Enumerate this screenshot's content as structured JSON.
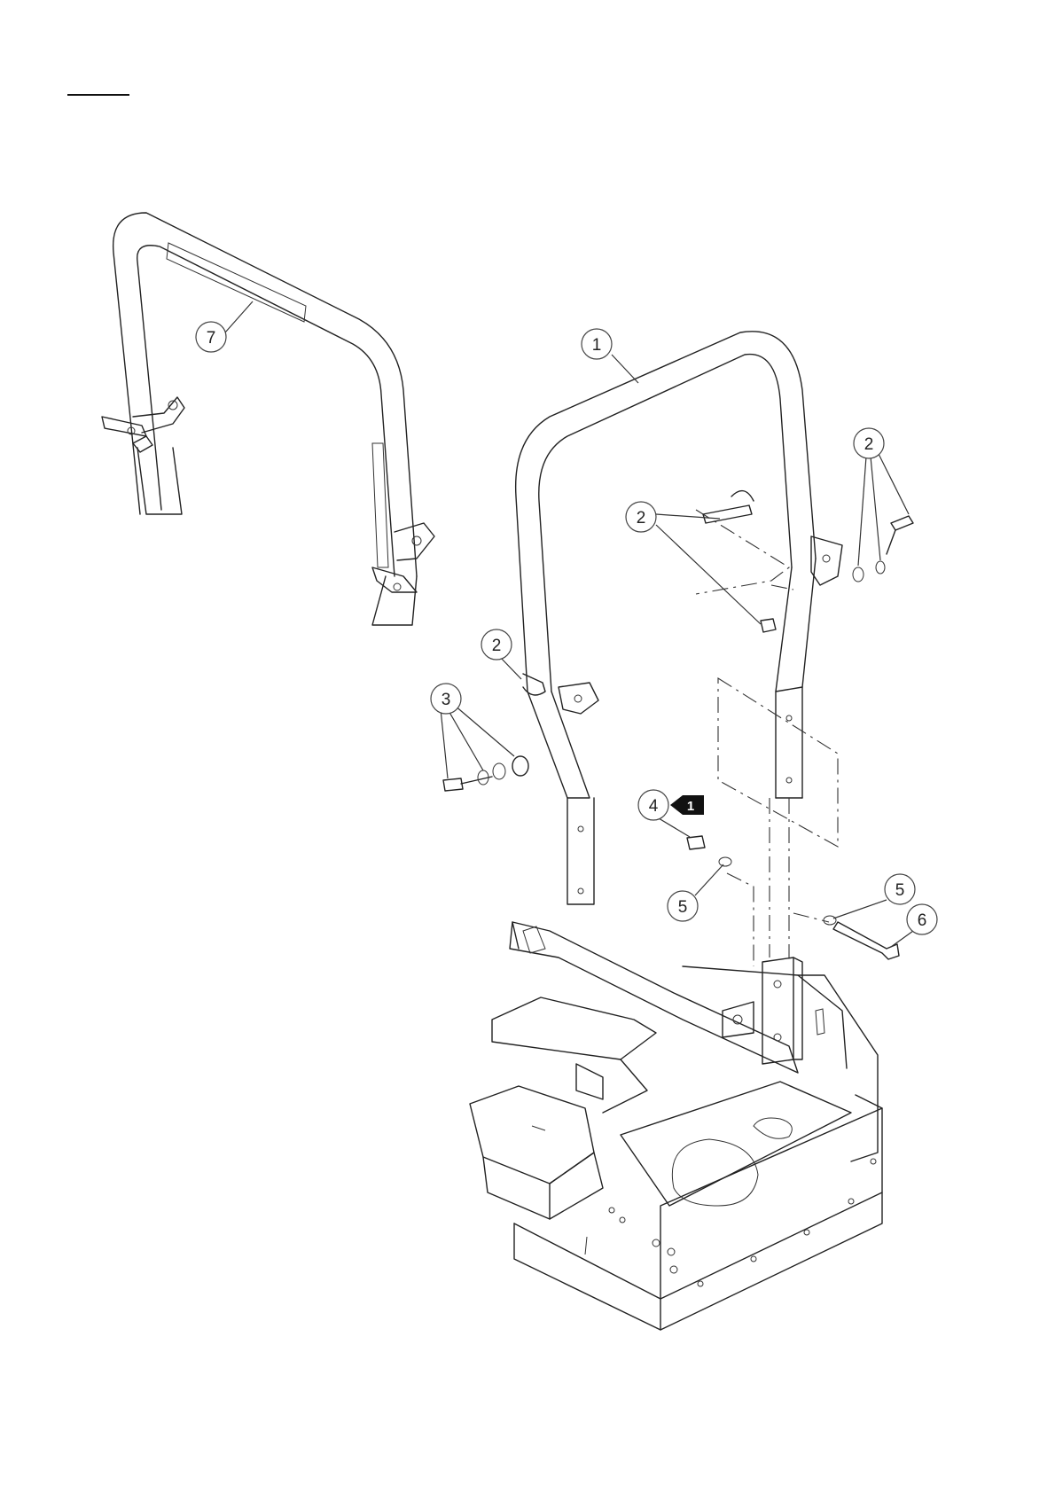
{
  "callouts": [
    {
      "id": "c7",
      "label": "7"
    },
    {
      "id": "c1",
      "label": "1"
    },
    {
      "id": "c2a",
      "label": "2"
    },
    {
      "id": "c2b",
      "label": "2"
    },
    {
      "id": "c2c",
      "label": "2"
    },
    {
      "id": "c3",
      "label": "3"
    },
    {
      "id": "c4",
      "label": "4"
    },
    {
      "id": "c5a",
      "label": "5"
    },
    {
      "id": "c5b",
      "label": "5"
    },
    {
      "id": "c6",
      "label": "6"
    }
  ],
  "note_flag": {
    "label": "1"
  },
  "colors": {
    "line": "#222222",
    "flag": "#111111"
  }
}
